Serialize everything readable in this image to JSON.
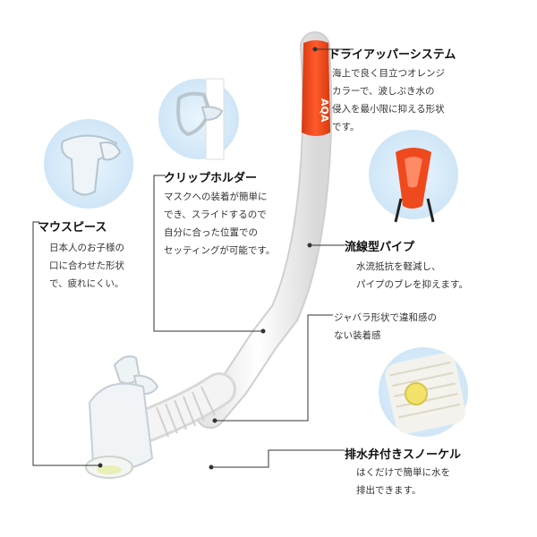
{
  "callouts": {
    "dry_top": {
      "title": "ドライアッパーシステム",
      "desc": "海上で良く目立つオレンジ\nカラーで、波しぶき水の\n侵入を最小限に抑える形状\nです。"
    },
    "clip_holder": {
      "title": "クリップホルダー",
      "desc": "マスクへの装着が簡単に\nでき、スライドするので\n自分に合った位置での\nセッティングが可能です。"
    },
    "mouthpiece": {
      "title": "マウスピース",
      "desc": "日本人のお子様の\n口に合わせた形状\nで、疲れにくい。"
    },
    "stream_pipe": {
      "title": "流線型パイプ",
      "desc": "水流抵抗を軽減し、\nパイプのブレを抑えます。"
    },
    "bellows": {
      "desc": "ジャバラ形状で違和感の\nない装着感"
    },
    "drain_valve": {
      "title": "排水弁付きスノーケル",
      "desc": "はくだけで簡単に水を\n排出できます。"
    }
  },
  "brand": "AQA",
  "colors": {
    "accent": "#ee4a1e",
    "pipe": "#f7f7f7",
    "circle_bg": "#dceefb",
    "line": "#333333"
  }
}
